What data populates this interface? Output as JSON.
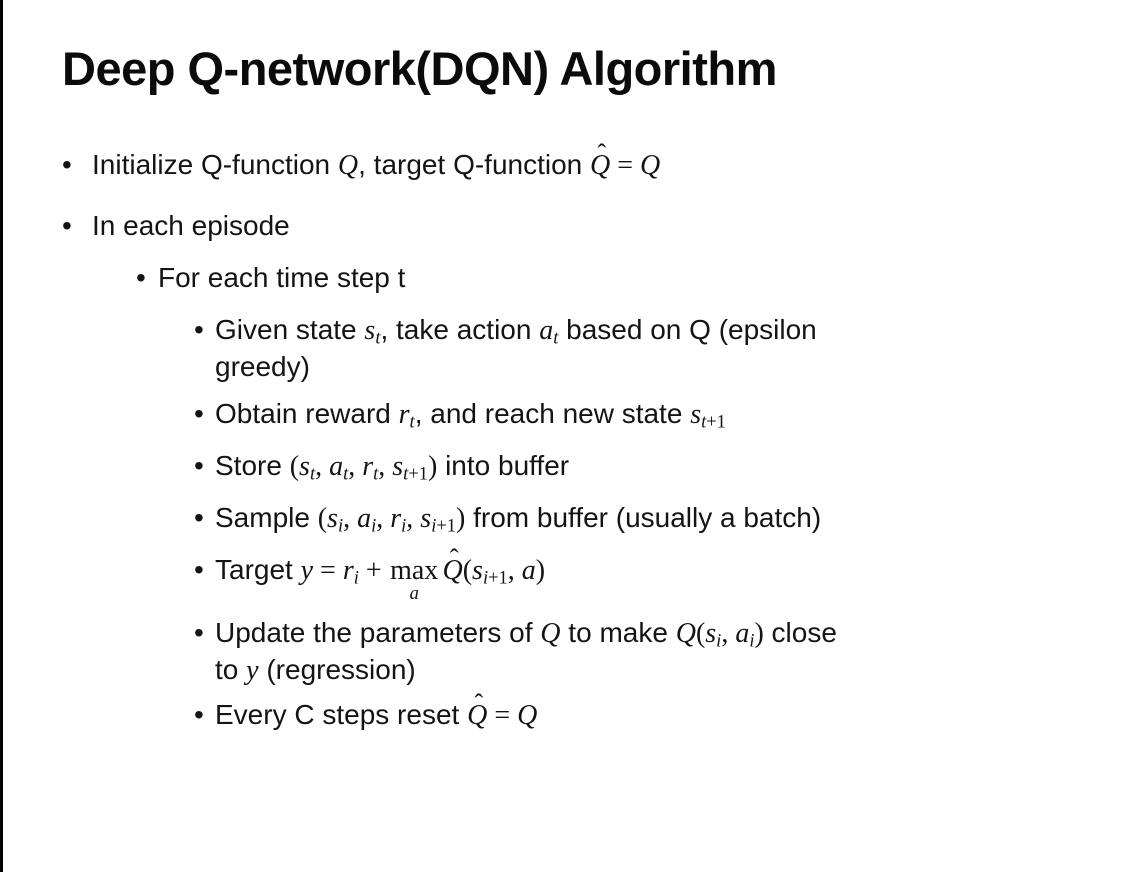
{
  "slide": {
    "title": "Deep Q-network(DQN) Algorithm"
  },
  "symbols": {
    "bullet": "•",
    "hat": "ˆ"
  },
  "bullets": {
    "init": {
      "t1": "Initialize Q-function ",
      "m1": "Q",
      "t2": ", target Q-function ",
      "hatbase": "Q",
      "eq": " = ",
      "m2": "Q"
    },
    "episode": {
      "t1": "In each episode"
    },
    "timestep": {
      "t1": "For each time step t"
    },
    "given": {
      "t1": "Given state ",
      "m1": "s",
      "s1": "t",
      "t2": ", take action ",
      "m2": "a",
      "s2": "t",
      "t3": " based on Q (epsilon",
      "t4": "greedy)"
    },
    "obtain": {
      "t1": "Obtain reward ",
      "m1": "r",
      "s1": "t",
      "t2": ", and reach new state ",
      "m2": "s",
      "s2": "t",
      "s2r": "+1"
    },
    "store": {
      "t1": "Store ",
      "p1": "(",
      "m1": "s",
      "s1": "t",
      "c1": ", ",
      "m2": "a",
      "s2": "t",
      "c2": ", ",
      "m3": "r",
      "s3": "t",
      "c3": ", ",
      "m4": "s",
      "s4": "t",
      "s4r": "+1",
      "p2": ")",
      "t2": " into buffer"
    },
    "sample": {
      "t1": "Sample ",
      "p1": "(",
      "m1": "s",
      "s1": "i",
      "c1": ", ",
      "m2": "a",
      "s2": "i",
      "c2": ", ",
      "m3": "r",
      "s3": "i",
      "c3": ", ",
      "m4": "s",
      "s4": "i",
      "s4r": "+1",
      "p2": ")",
      "t2": " from buffer (usually a batch)"
    },
    "target": {
      "t1": "Target ",
      "m1": "y",
      "eq": " = ",
      "m2": "r",
      "s2": "i",
      "plus": " + ",
      "maxop": "max",
      "maxlim": "a",
      "hatbase": "Q",
      "p1": "(",
      "m3": "s",
      "s3": "i",
      "s3r": "+1",
      "c1": ", ",
      "m4": "a",
      "p2": ")"
    },
    "update": {
      "t1": "Update the parameters of ",
      "m1": "Q",
      "t2": " to make ",
      "m2": "Q",
      "p1": "(",
      "m3": "s",
      "s3": "i",
      "c1": ", ",
      "m4": "a",
      "s4": "i",
      "p2": ")",
      "t3": " close",
      "t4": "to ",
      "m5": "y",
      "t5": " (regression)"
    },
    "reset": {
      "t1": "Every C steps reset ",
      "hatbase": "Q",
      "eq": " = ",
      "m1": "Q"
    }
  }
}
